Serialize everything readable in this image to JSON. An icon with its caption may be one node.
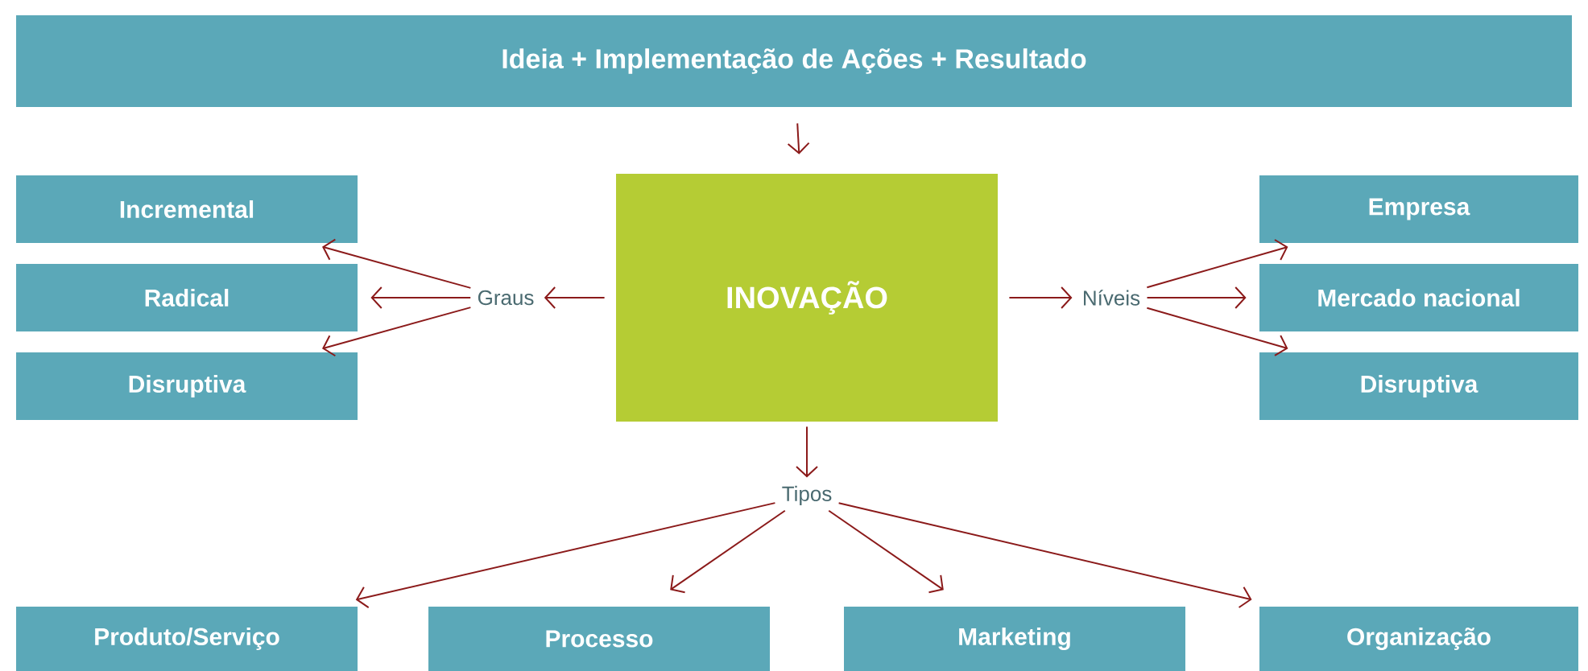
{
  "diagram": {
    "nodes": [
      {
        "text": [
          "Ideia + Implementação de Ações + Resultado"
        ]
      },
      {
        "text": [
          "Incremental"
        ]
      },
      {
        "text": [
          "Radical"
        ]
      },
      {
        "text": [
          "Disruptiva"
        ]
      },
      {
        "text": [
          "Graus"
        ]
      },
      {
        "text": [
          "INOVAÇÃO"
        ]
      },
      {
        "text": [
          "Níveis"
        ]
      },
      {
        "text": [
          "Empresa"
        ]
      },
      {
        "text": [
          "Mercado nacional"
        ]
      },
      {
        "text": [
          "Disruptiva"
        ]
      },
      {
        "text": [
          "Tipos"
        ]
      },
      {
        "text": [
          "Produto/Serviço"
        ]
      },
      {
        "text": [
          "Processo"
        ]
      },
      {
        "text": [
          "Marketing"
        ]
      },
      {
        "text": [
          "Organização"
        ]
      }
    ],
    "edges": [
      {
        "from": 0,
        "to": 5,
        "arrow": "to"
      },
      {
        "from": 5,
        "to": 4,
        "arrow": "to"
      },
      {
        "from": 4,
        "to": 1,
        "arrow": "to"
      },
      {
        "from": 4,
        "to": 2,
        "arrow": "to"
      },
      {
        "from": 4,
        "to": 3,
        "arrow": "to"
      },
      {
        "from": 5,
        "to": 6,
        "arrow": "to"
      },
      {
        "from": 6,
        "to": 7,
        "arrow": "to"
      },
      {
        "from": 6,
        "to": 8,
        "arrow": "to"
      },
      {
        "from": 6,
        "to": 9,
        "arrow": "to"
      },
      {
        "from": 5,
        "to": 10,
        "arrow": "to"
      },
      {
        "from": 10,
        "to": 11,
        "arrow": "to"
      },
      {
        "from": 10,
        "to": 12,
        "arrow": "to"
      },
      {
        "from": 10,
        "to": 13,
        "arrow": "to"
      },
      {
        "from": 10,
        "to": 14,
        "arrow": "to"
      }
    ]
  }
}
